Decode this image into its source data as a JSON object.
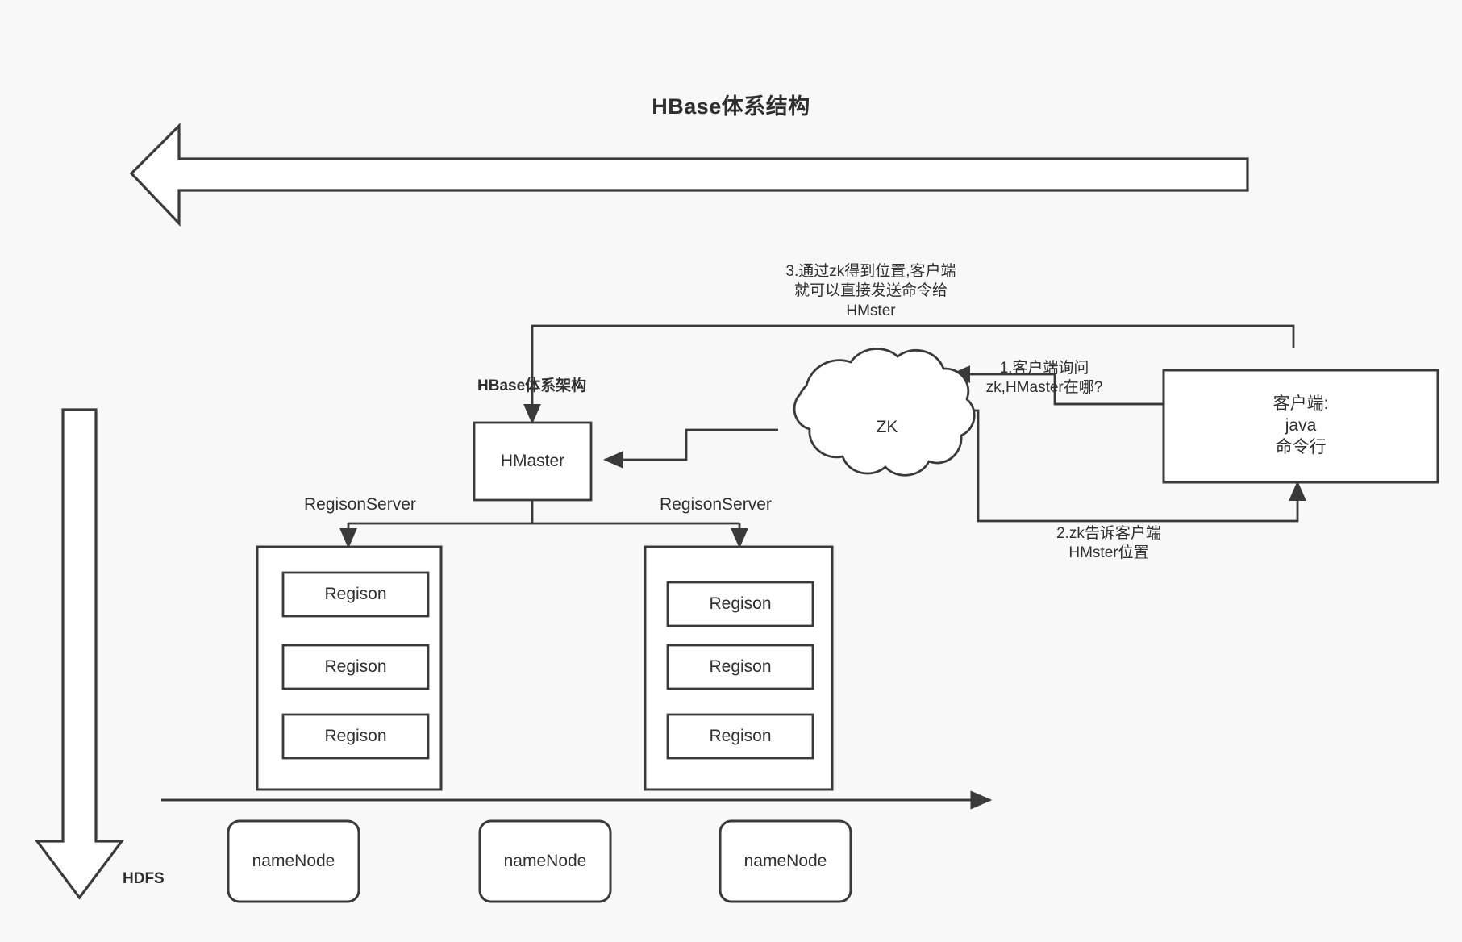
{
  "page": {
    "title": "HBase体系结构",
    "background_color": "#f8f8f8",
    "stroke_color": "#3a3a3a",
    "text_color": "#2f2f2f"
  },
  "diagram": {
    "architecture_label": "HBase体系架构",
    "hdfs_label": "HDFS",
    "nodes": {
      "hmaster": "HMaster",
      "zk": "ZK",
      "client": "客户端:\njava\n命令行"
    },
    "regionserver_labels": [
      "RegisonServer",
      "RegisonServer"
    ],
    "regionserver_left": {
      "regions": [
        "Regison",
        "Regison",
        "Regison"
      ]
    },
    "regionserver_right": {
      "regions": [
        "Regison",
        "Regison",
        "Regison"
      ]
    },
    "namenodes": [
      "nameNode",
      "nameNode",
      "nameNode"
    ],
    "annotations": [
      {
        "id": "step-3",
        "text": "3.通过zk得到位置,客户端\n就可以直接发送命令给\nHMster"
      },
      {
        "id": "step-1",
        "text": "1.客户端询问\nzk,HMaster在哪?"
      },
      {
        "id": "step-2",
        "text": "2.zk告诉客户端\nHMster位置"
      }
    ]
  }
}
